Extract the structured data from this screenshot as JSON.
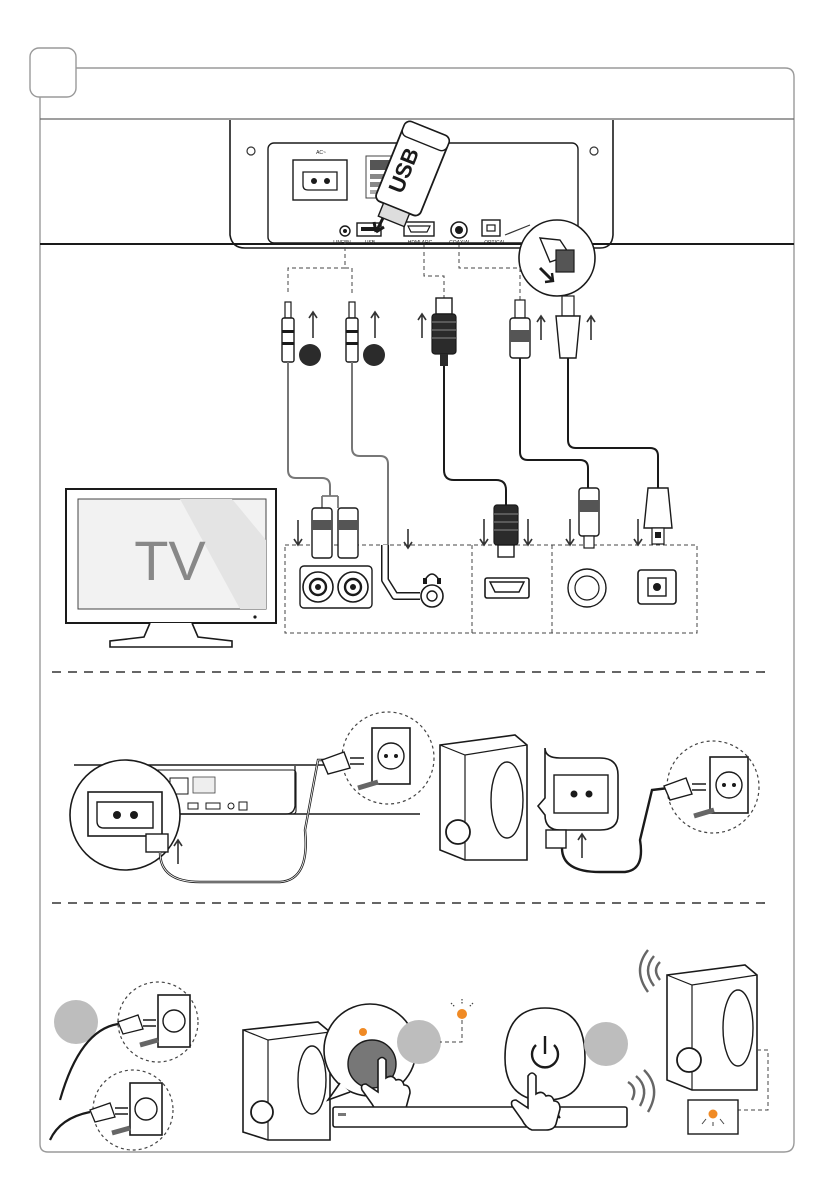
{
  "panel": {
    "step_badge": ""
  },
  "soundbar_back": {
    "ac_label": "AC~",
    "ports": [
      "LINE IN",
      "USB",
      "HDMI ARC",
      "COAXIAL",
      "OPTICAL"
    ]
  },
  "usb_stick": {
    "label": "USB"
  },
  "tv": {
    "label": "TV"
  },
  "colors": {
    "outline": "#1a1a1a",
    "badge_dark": "#2b2b2b",
    "badge_grey": "#bdbdbd",
    "led_orange": "#f08a24",
    "frame": "#9a9a9a"
  },
  "icons": [
    "usb-icon",
    "headphone-icon",
    "power-icon",
    "wifi-icon",
    "hand-pointer-icon",
    "led-icon",
    "power-plug-icon",
    "wall-socket-icon"
  ]
}
